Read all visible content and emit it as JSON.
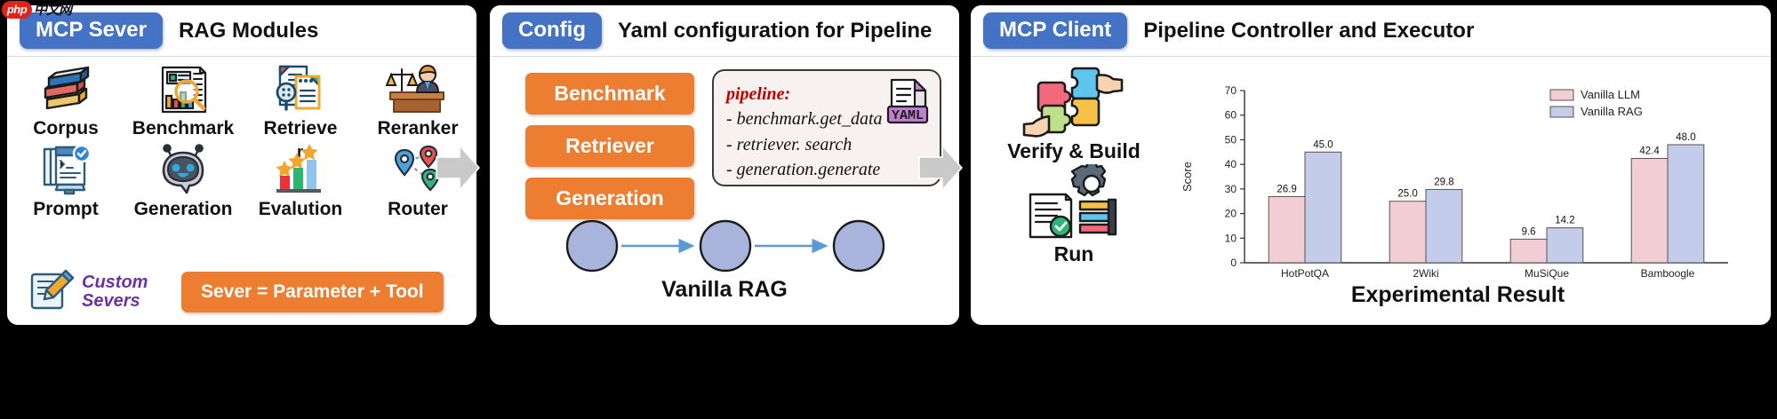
{
  "watermark": {
    "badge": "php",
    "text": "中文网"
  },
  "panels": {
    "server": {
      "tag": "MCP Sever",
      "title": "RAG Modules",
      "modules": [
        {
          "label": "Corpus",
          "icon": "books-icon"
        },
        {
          "label": "Benchmark",
          "icon": "report-magnifier-icon"
        },
        {
          "label": "Retrieve",
          "icon": "document-search-icon"
        },
        {
          "label": "Reranker",
          "icon": "judge-icon"
        },
        {
          "label": "Prompt",
          "icon": "terminal-monitor-check-icon"
        },
        {
          "label": "Generation",
          "icon": "chatbot-icon"
        },
        {
          "label": "Evalution",
          "icon": "rating-bars-icon"
        },
        {
          "label": "Router",
          "icon": "network-route-icon"
        }
      ],
      "custom_servers_label": "Custom\nSevers",
      "custom_servers_icon": "pencil-edit-icon",
      "formula": "Sever = Parameter + Tool"
    },
    "config": {
      "tag": "Config",
      "title": "Yaml configuration for Pipeline",
      "chips": [
        "Benchmark",
        "Retriever",
        "Generation"
      ],
      "yaml": {
        "key_line": "pipeline:",
        "lines": [
          "- benchmark.get_data",
          "- retriever. search",
          "- generation.generate"
        ],
        "file_icon_label": "YAML"
      },
      "flow_caption": "Vanilla RAG",
      "flow_nodes": 3
    },
    "client": {
      "tag": "MCP Client",
      "title": "Pipeline Controller and Executor",
      "steps": [
        {
          "label": "Verify & Build",
          "icon": "puzzle-hands-icon"
        },
        {
          "label": "Run",
          "icon": "gear-document-list-icon"
        }
      ],
      "chart_caption": "Experimental Result"
    }
  },
  "colors": {
    "tag_blue": "#4472c4",
    "chip_orange": "#ed7d31",
    "purple": "#7030a0",
    "yaml_key_red": "#c00000",
    "node_blue": "#a8b4dc",
    "arrow_blue": "#5b9bd5",
    "bar_llm": "#f2cdd4",
    "bar_rag": "#c3cce8",
    "arrow_grey": "#c9c9c9"
  },
  "chart_data": {
    "type": "bar",
    "title": "",
    "xlabel": "",
    "ylabel": "Score",
    "categories": [
      "HotPotQA",
      "2Wiki",
      "MuSiQue",
      "Bamboogle"
    ],
    "series": [
      {
        "name": "Vanilla LLM",
        "color": "#f2cdd4",
        "values": [
          26.9,
          25.0,
          9.6,
          42.4
        ]
      },
      {
        "name": "Vanilla RAG",
        "color": "#c3cce8",
        "values": [
          45.0,
          29.8,
          14.2,
          48.0
        ]
      }
    ],
    "ylim": [
      0,
      70
    ],
    "yticks": [
      0,
      10,
      20,
      30,
      40,
      50,
      60,
      70
    ],
    "grid": false,
    "legend_position": "top-right",
    "data_labels": true
  }
}
